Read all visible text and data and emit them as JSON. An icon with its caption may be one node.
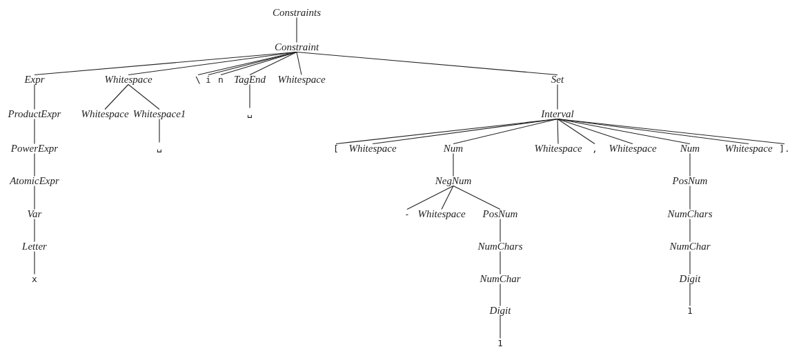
{
  "diagram": {
    "nodes": [
      {
        "text": [
          "Constraints"
        ]
      },
      {
        "text": [
          "Constraint"
        ]
      },
      {
        "text": [
          "Expr"
        ]
      },
      {
        "text": [
          "Whitespace"
        ]
      },
      {
        "text": [
          "\\"
        ]
      },
      {
        "text": [
          "i"
        ]
      },
      {
        "text": [
          "n"
        ]
      },
      {
        "text": [
          "TagEnd"
        ]
      },
      {
        "text": [
          "Whitespace"
        ]
      },
      {
        "text": [
          "Set"
        ]
      },
      {
        "text": [
          "ProductExpr"
        ]
      },
      {
        "text": [
          "Whitespace"
        ]
      },
      {
        "text": [
          "Whitespace1"
        ]
      },
      {
        "text": [
          "␣"
        ]
      },
      {
        "text": [
          "PowerExpr"
        ]
      },
      {
        "text": [
          "␣"
        ]
      },
      {
        "text": [
          "AtomicExpr"
        ]
      },
      {
        "text": [
          "Var"
        ]
      },
      {
        "text": [
          "Letter"
        ]
      },
      {
        "text": [
          "x"
        ]
      },
      {
        "text": [
          "Interval"
        ]
      },
      {
        "text": [
          "["
        ]
      },
      {
        "text": [
          "Whitespace"
        ]
      },
      {
        "text": [
          "Num"
        ]
      },
      {
        "text": [
          "Whitespace"
        ]
      },
      {
        "text": [
          ","
        ]
      },
      {
        "text": [
          "Whitespace"
        ]
      },
      {
        "text": [
          "Num"
        ]
      },
      {
        "text": [
          "Whitespace"
        ]
      },
      {
        "text": [
          "]."
        ]
      },
      {
        "text": [
          "NegNum"
        ]
      },
      {
        "text": [
          "-"
        ]
      },
      {
        "text": [
          "Whitespace"
        ]
      },
      {
        "text": [
          "PosNum"
        ]
      },
      {
        "text": [
          "NumChars"
        ]
      },
      {
        "text": [
          "NumChar"
        ]
      },
      {
        "text": [
          "Digit"
        ]
      },
      {
        "text": [
          "1"
        ]
      },
      {
        "text": [
          "PosNum"
        ]
      },
      {
        "text": [
          "NumChars"
        ]
      },
      {
        "text": [
          "NumChar"
        ]
      },
      {
        "text": [
          "Digit"
        ]
      },
      {
        "text": [
          "1"
        ]
      }
    ],
    "edges": [
      {
        "from": 0,
        "to": 1,
        "arrow": "none"
      },
      {
        "from": 1,
        "to": 2,
        "arrow": "none"
      },
      {
        "from": 1,
        "to": 3,
        "arrow": "none"
      },
      {
        "from": 1,
        "to": 4,
        "arrow": "none"
      },
      {
        "from": 1,
        "to": 5,
        "arrow": "none"
      },
      {
        "from": 1,
        "to": 6,
        "arrow": "none"
      },
      {
        "from": 1,
        "to": 7,
        "arrow": "none"
      },
      {
        "from": 1,
        "to": 8,
        "arrow": "none"
      },
      {
        "from": 1,
        "to": 9,
        "arrow": "none"
      },
      {
        "from": 2,
        "to": 10,
        "arrow": "none"
      },
      {
        "from": 3,
        "to": 11,
        "arrow": "none"
      },
      {
        "from": 3,
        "to": 12,
        "arrow": "none"
      },
      {
        "from": 7,
        "to": 13,
        "arrow": "none"
      },
      {
        "from": 10,
        "to": 14,
        "arrow": "none"
      },
      {
        "from": 12,
        "to": 15,
        "arrow": "none"
      },
      {
        "from": 14,
        "to": 16,
        "arrow": "none"
      },
      {
        "from": 16,
        "to": 17,
        "arrow": "none"
      },
      {
        "from": 17,
        "to": 18,
        "arrow": "none"
      },
      {
        "from": 18,
        "to": 19,
        "arrow": "none"
      },
      {
        "from": 9,
        "to": 20,
        "arrow": "none"
      },
      {
        "from": 20,
        "to": 21,
        "arrow": "none"
      },
      {
        "from": 20,
        "to": 22,
        "arrow": "none"
      },
      {
        "from": 20,
        "to": 23,
        "arrow": "none"
      },
      {
        "from": 20,
        "to": 24,
        "arrow": "none"
      },
      {
        "from": 20,
        "to": 25,
        "arrow": "none"
      },
      {
        "from": 20,
        "to": 26,
        "arrow": "none"
      },
      {
        "from": 20,
        "to": 27,
        "arrow": "none"
      },
      {
        "from": 20,
        "to": 28,
        "arrow": "none"
      },
      {
        "from": 20,
        "to": 29,
        "arrow": "none"
      },
      {
        "from": 23,
        "to": 30,
        "arrow": "none"
      },
      {
        "from": 30,
        "to": 31,
        "arrow": "none"
      },
      {
        "from": 30,
        "to": 32,
        "arrow": "none"
      },
      {
        "from": 30,
        "to": 33,
        "arrow": "none"
      },
      {
        "from": 33,
        "to": 34,
        "arrow": "none"
      },
      {
        "from": 34,
        "to": 35,
        "arrow": "none"
      },
      {
        "from": 35,
        "to": 36,
        "arrow": "none"
      },
      {
        "from": 36,
        "to": 37,
        "arrow": "none"
      },
      {
        "from": 27,
        "to": 38,
        "arrow": "none"
      },
      {
        "from": 38,
        "to": 39,
        "arrow": "none"
      },
      {
        "from": 39,
        "to": 40,
        "arrow": "none"
      },
      {
        "from": 40,
        "to": 41,
        "arrow": "none"
      },
      {
        "from": 41,
        "to": 42,
        "arrow": "none"
      }
    ]
  }
}
